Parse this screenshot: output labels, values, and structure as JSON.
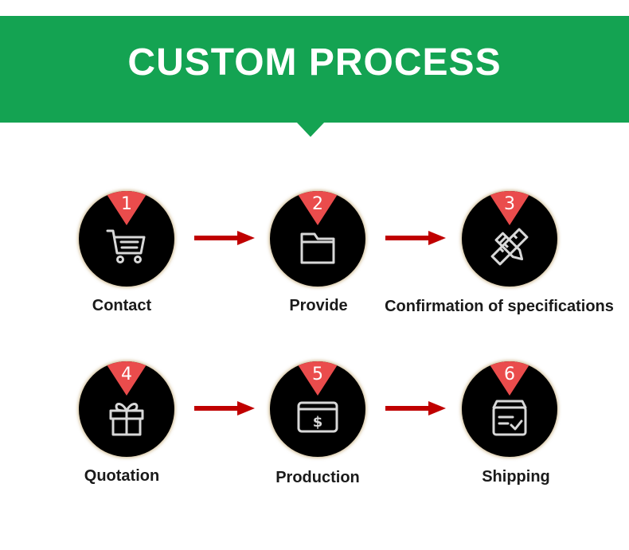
{
  "banner": {
    "title": "CUSTOM PROCESS",
    "color": "#14a352"
  },
  "steps": [
    {
      "number": "1",
      "label": "Contact",
      "icon": "shopping-cart-icon"
    },
    {
      "number": "2",
      "label": "Provide",
      "icon": "folder-icon"
    },
    {
      "number": "3",
      "label": "Confirmation of specifications",
      "icon": "pencil-ruler-icon"
    },
    {
      "number": "4",
      "label": "Quotation",
      "icon": "gift-icon"
    },
    {
      "number": "5",
      "label": "Production",
      "icon": "payment-window-icon"
    },
    {
      "number": "6",
      "label": "Shipping",
      "icon": "package-box-icon"
    }
  ],
  "colors": {
    "badge": "#ea4c4c",
    "arrow": "#c00000",
    "disc": "#000000"
  }
}
